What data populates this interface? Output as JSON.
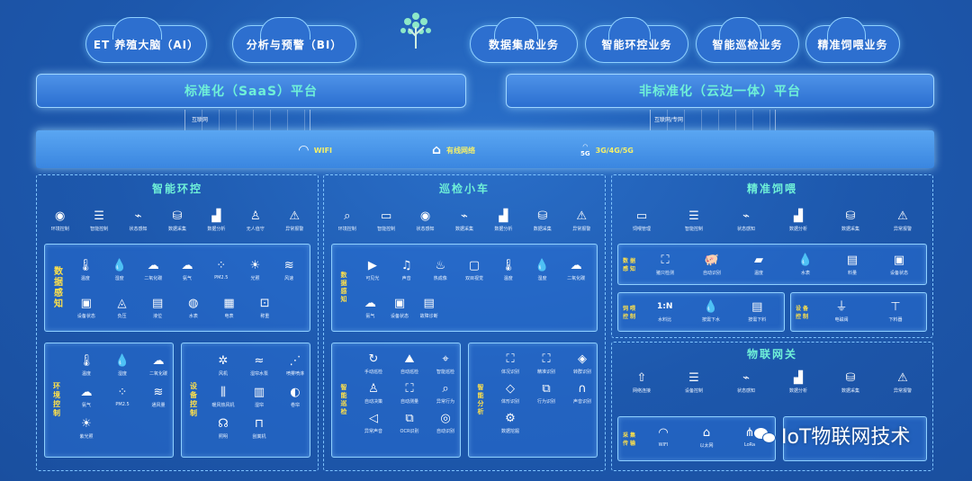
{
  "top": {
    "clouds": [
      "ET 养殖大脑（AI）",
      "分析与预警（BI）",
      "数据集成业务",
      "智能环控业务",
      "智能巡检业务",
      "精准饲喂业务"
    ]
  },
  "platforms": {
    "saas": "标准化（SaaS）平台",
    "edge": "非标准化（云边一体）平台"
  },
  "links": {
    "left": "互联网",
    "right": "互联网/专网"
  },
  "network": {
    "wifi": "WIFI",
    "wired": "有线网络",
    "cell_badge": "5G",
    "cell": "3G/4G/5G"
  },
  "env": {
    "title": "智能环控",
    "top_row": [
      "环境控制",
      "智能控制",
      "状态感知",
      "数据采集",
      "数据分析",
      "无人值守",
      "异常报警"
    ],
    "sense_title": "数据感知",
    "sense_row1": [
      "温度",
      "湿度",
      "二氧化碳",
      "氨气",
      "PM2.5",
      "光照",
      "风速"
    ],
    "sense_row2": [
      "设备状态",
      "负压",
      "液位",
      "水表",
      "电表",
      "称重"
    ],
    "env_title": "环境控制",
    "env_items": [
      "温度",
      "湿度",
      "二氧化碳",
      "氨气",
      "PM2.5",
      "通风量",
      "紫光照"
    ],
    "dev_title": "设备控制",
    "dev_items": [
      "风机",
      "湿帘水泵",
      "喷雾喷淋",
      "暖风热风机",
      "湿帘",
      "卷帘",
      "照明",
      "刮粪机"
    ]
  },
  "insp": {
    "title": "巡检小车",
    "sense_title": "数据感知",
    "sense_row1": [
      "可见光",
      "声音",
      "热成像",
      "双目视觉",
      "温度",
      "湿度",
      "二氧化碳"
    ],
    "sense_row2": [
      "氨气",
      "设备状态",
      "故障诊断"
    ],
    "ins_title": "智能巡检",
    "ins_items": [
      "手动巡检",
      "自动巡检",
      "智能巡检",
      "自动决策",
      "自动测量",
      "异常行为",
      "异常声音",
      "OCR识别",
      "自动识别"
    ],
    "ana_title": "智能分析",
    "ana_items": [
      "体况识别",
      "精准识别",
      "转群识别",
      "体形识别",
      "行为识别",
      "声音识别",
      "数据挖掘"
    ]
  },
  "feed": {
    "title": "精准饲喂",
    "top_row": [
      "饲喂管理",
      "智能控制",
      "状态感知",
      "数据分析",
      "数据采集",
      "异常报警"
    ],
    "sense_title": "数据感知",
    "sense_items": [
      "猪只检测",
      "自动识别",
      "温度",
      "水表",
      "料量",
      "设备状态"
    ],
    "ctl_title": "饲喂控制",
    "ctl_items": [
      "水料比",
      "按需下水",
      "按需下料"
    ],
    "ctl_ratio": "1:N",
    "dev_title": "设备控制",
    "dev_items": [
      "电磁阀",
      "下料器"
    ]
  },
  "gateway": {
    "title": "物联网关",
    "row": [
      "网络连接",
      "设备控制",
      "状态感知",
      "数据分析",
      "数据采集",
      "异常报警"
    ],
    "acq_title": "采集传输",
    "acq_items": [
      "WIFI",
      "以太网",
      "LoRa"
    ]
  },
  "watermark": "IoT物联网技术",
  "colors": {
    "accent": "#6ff0d8",
    "highlight": "#ffe14a",
    "panel_border": "#7fc4ff"
  }
}
